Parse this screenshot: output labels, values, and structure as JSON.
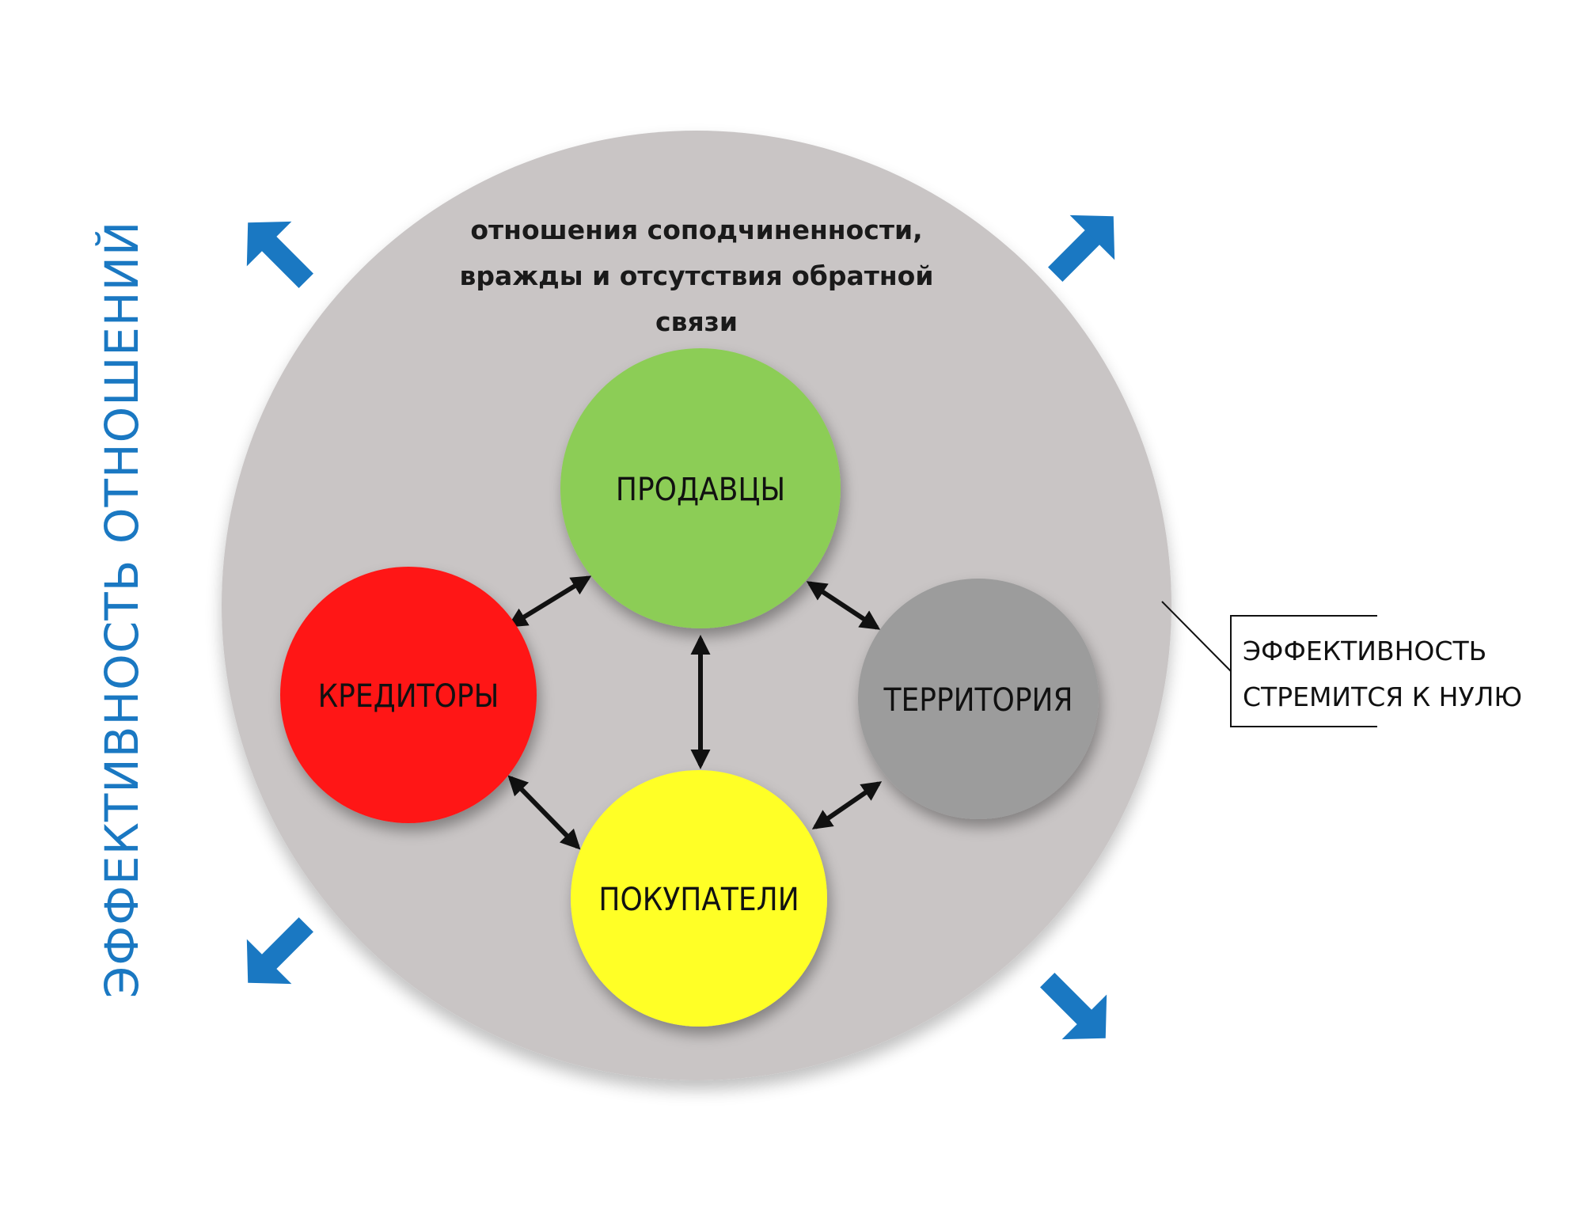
{
  "side_title": "ЭФФЕКТИВНОСТЬ ОТНОШЕНИЙ",
  "outer_caption": [
    "отношения соподчиненности,",
    "вражды и отсутствия обратной",
    "связи"
  ],
  "nodes": {
    "sellers": "ПРОДАВЦЫ",
    "creditors": "КРЕДИТОРЫ",
    "territory": "ТЕРРИТОРИЯ",
    "buyers": "ПОКУПАТЕЛИ"
  },
  "callout": [
    "ЭФФЕКТИВНОСТЬ",
    "СТРЕМИТСЯ К НУЛЮ"
  ],
  "colors": {
    "outer_circle": "#c9c5c5",
    "sellers": "#8ccd56",
    "creditors": "#ff1515",
    "territory": "#9c9c9c",
    "buyers": "#ffff28",
    "blue_arrows": "#1a78c2",
    "side_title": "#1a78c2",
    "connectors": "#111111"
  },
  "icons": [
    "arrow-up-left-icon",
    "arrow-up-right-icon",
    "arrow-down-left-icon",
    "arrow-down-right-icon"
  ]
}
